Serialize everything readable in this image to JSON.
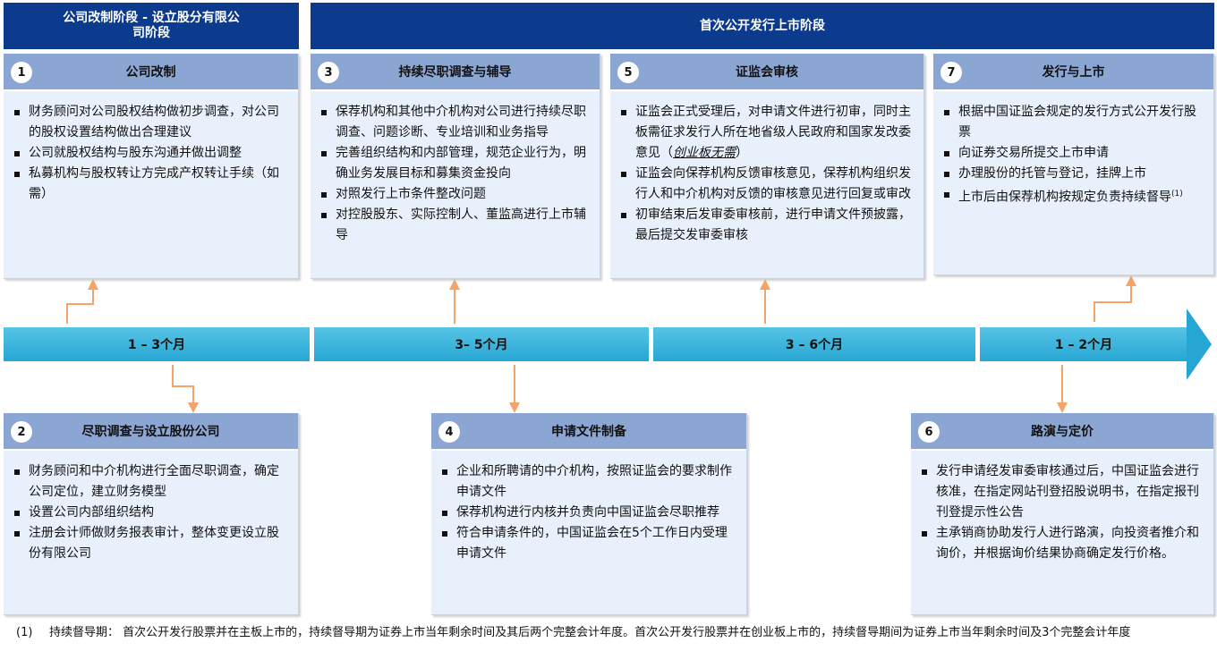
{
  "phases": {
    "left": "公司改制阶段 - 设立股分有限公司阶段",
    "right": "首次公开发行上市阶段"
  },
  "steps": [
    {
      "num": "1",
      "title": "公司改制",
      "items": [
        "财务顾问对公司股权结构做初步调查，对公司的股权设置结构做出合理建议",
        "公司就股权结构与股东沟通并做出调整",
        "私募机构与股权转让方完成产权转让手续（如需）"
      ]
    },
    {
      "num": "2",
      "title": "尽职调查与设立股份公司",
      "items": [
        "财务顾问和中介机构进行全面尽职调查，确定公司定位，建立财务模型",
        "设置公司内部组织结构",
        "注册会计师做财务报表审计，整体变更设立股份有限公司"
      ]
    },
    {
      "num": "3",
      "title": "持续尽职调查与辅导",
      "items": [
        "保荐机构和其他中介机构对公司进行持续尽职调查、问题诊断、专业培训和业务指导",
        "完善组织结构和内部管理，规范企业行为，明确业务发展目标和募集资金投向",
        "对照发行上市条件整改问题",
        "对控股股东、实际控制人、董监高进行上市辅导"
      ]
    },
    {
      "num": "4",
      "title": "申请文件制备",
      "items": [
        "企业和所聘请的中介机构，按照证监会的要求制作申请文件",
        "保荐机构进行内核并负责向中国证监会尽职推荐",
        "符合申请条件的，中国证监会在5个工作日内受理申请文件"
      ]
    },
    {
      "num": "5",
      "title": "证监会审核",
      "items": [
        "证监会正式受理后，对申请文件进行初审，同时主板需征求发行人所在地省级人民政府和国家发改委意见（",
        "证监会向保荐机构反馈审核意见，保荐机构组织发行人和中介机构对反馈的审核意见进行回复或审改",
        "初审结束后发审委审核前，进行申请文件预披露，最后提交发审委审核"
      ],
      "item0_italic": "创业板无需",
      "item0_tail": "）"
    },
    {
      "num": "6",
      "title": "路演与定价",
      "items": [
        "发行申请经发审委审核通过后，中国证监会进行核准，在指定网站刊登招股说明书，在指定报刊刊登提示性公告",
        "主承销商协助发行人进行路演，向投资者推介和询价，并根据询价结果协商确定发行价格。"
      ]
    },
    {
      "num": "7",
      "title": "发行与上市",
      "items": [
        "根据中国证监会规定的发行方式公开发行股票",
        "向证券交易所提交上市申请",
        "办理股份的托管与登记，挂牌上市",
        "上市后由保荐机构按规定负责持续督导"
      ],
      "item3_sup": "(1)"
    }
  ],
  "timeline": [
    "1 – 3个月",
    "3– 5个月",
    "3 – 6个月",
    "1 – 2个月"
  ],
  "footnote": {
    "marker": "(1)",
    "text": "持续督导期： 首次公开发行股票并在主板上市的，持续督导期为证券上市当年剩余时间及其后两个完整会计年度。首次公开发行股票并在创业板上市的，持续督导期间为证券上市当年剩余时间及3个完整会计年度"
  },
  "colors": {
    "phase_header": "#0c3a8c",
    "box_header": "#8ca6d4",
    "box_body": "#e8f0fb",
    "timeline": "#26a6d3",
    "connector": "#f4a46a"
  }
}
